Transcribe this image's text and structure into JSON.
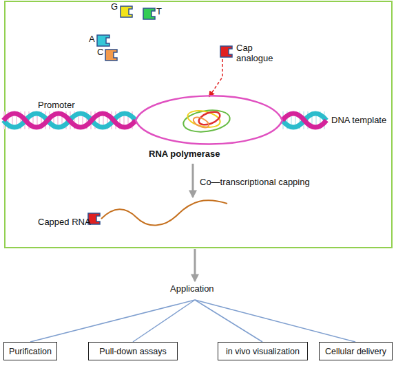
{
  "diagram": {
    "nodes": [
      {
        "text": [
          "Purification"
        ]
      },
      {
        "text": [
          "Pull-down assays"
        ]
      },
      {
        "text": [
          "in vivo visualization"
        ]
      },
      {
        "text": [
          "Cellular delivery"
        ]
      }
    ],
    "labels": [
      "G",
      "T",
      "A",
      "C",
      "Cap analogue",
      "Promoter",
      "DNA template",
      "RNA polymerase",
      "Co—transcriptional capping",
      "Capped RNA",
      "Application"
    ]
  }
}
